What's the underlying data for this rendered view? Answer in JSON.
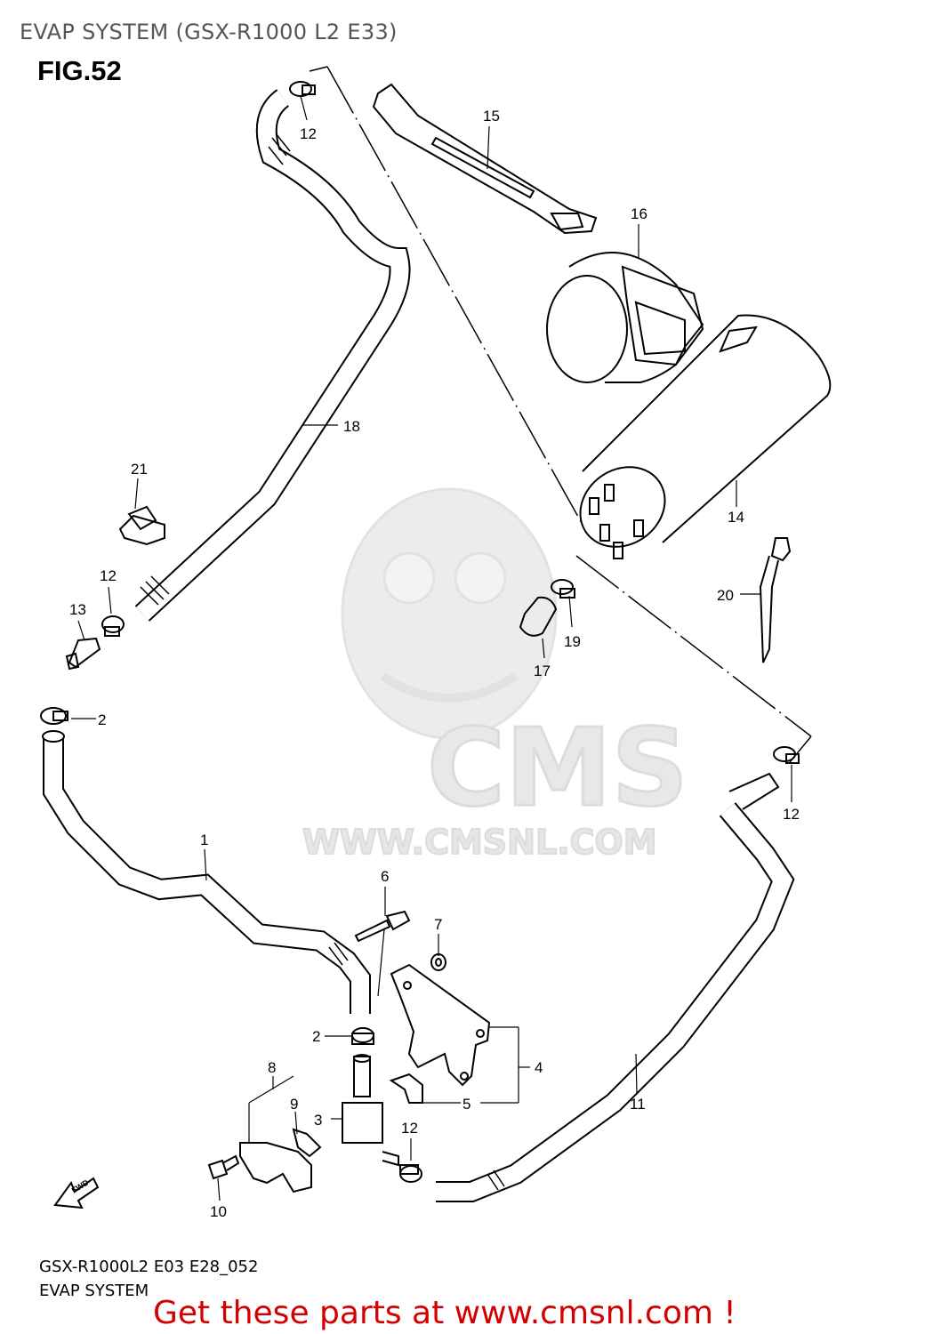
{
  "header": {
    "title": "EVAP SYSTEM (GSX-R1000 L2 E33)",
    "figure": "FIG.52"
  },
  "callouts": {
    "c1": "1",
    "c2a": "2",
    "c2b": "2",
    "c3": "3",
    "c4": "4",
    "c5": "5",
    "c6": "6",
    "c7": "7",
    "c8": "8",
    "c9": "9",
    "c10": "10",
    "c11": "11",
    "c12a": "12",
    "c12b": "12",
    "c12c": "12",
    "c12d": "12",
    "c13": "13",
    "c14": "14",
    "c15": "15",
    "c16": "16",
    "c17": "17",
    "c18": "18",
    "c19": "19",
    "c20": "20",
    "c21": "21"
  },
  "watermark": {
    "brand": "CMS",
    "url": "WWW.CMSNL.COM"
  },
  "fwd_label": "FWD",
  "footer": {
    "code": "GSX-R1000L2 E03 E28_052",
    "name": "EVAP SYSTEM",
    "cta": "Get these parts at www.cmsnl.com !"
  },
  "colors": {
    "cta": "#d40000",
    "watermark": "#e6e6e6",
    "line": "#000000"
  }
}
